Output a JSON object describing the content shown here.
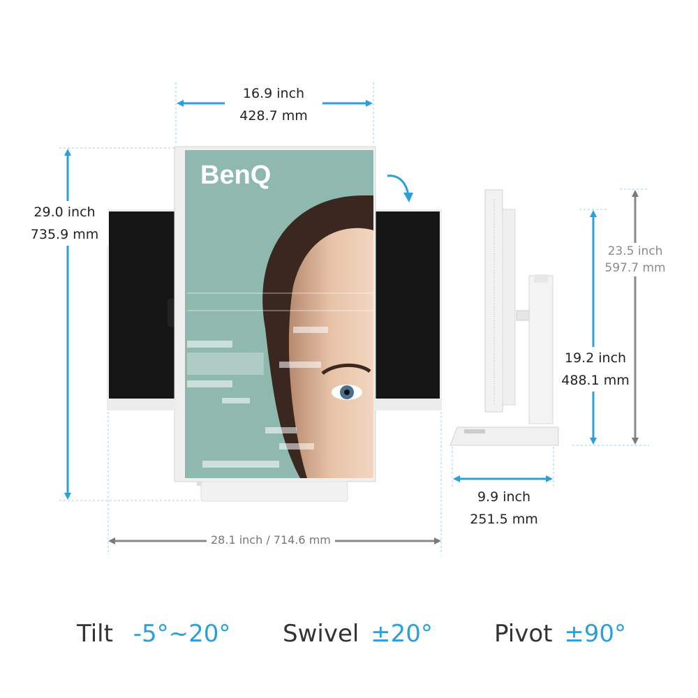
{
  "brand": "BenQ",
  "dimensions": {
    "top_width": {
      "inch": "16.9 inch",
      "mm": "428.7 mm"
    },
    "total_height": {
      "inch": "29.0 inch",
      "mm": "735.9 mm"
    },
    "landscape_width": "28.1 inch / 714.6 mm",
    "side_max_height": {
      "inch": "23.5 inch",
      "mm": "597.7 mm"
    },
    "side_min_height": {
      "inch": "19.2 inch",
      "mm": "488.1 mm"
    },
    "base_depth": {
      "inch": "9.9 inch",
      "mm": "251.5 mm"
    }
  },
  "specs": [
    {
      "name": "Tilt",
      "value": "-5°~20°"
    },
    {
      "name": "Swivel",
      "value": "±20°"
    },
    {
      "name": "Pivot",
      "value": "±90°"
    }
  ],
  "colors": {
    "accent": "#2a9fd8",
    "screen_bg": "#8fb8ae",
    "panel_black": "#151515",
    "frame": "#ececec"
  }
}
